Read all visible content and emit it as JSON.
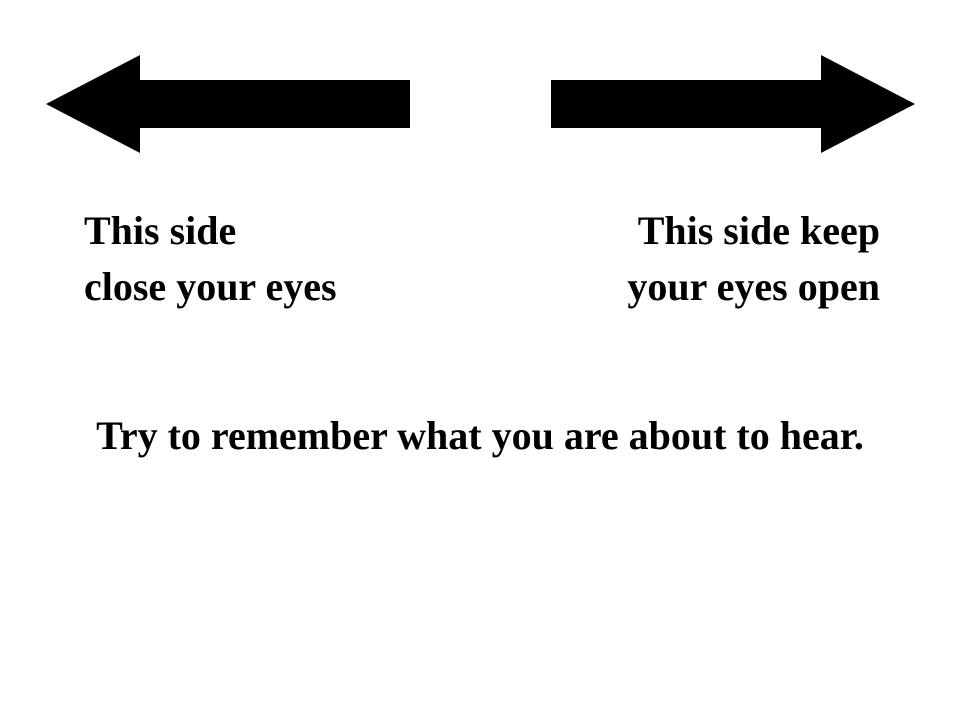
{
  "slide": {
    "left": {
      "icon": "arrow-left-icon",
      "line1": "This side",
      "line2": "close your eyes"
    },
    "right": {
      "icon": "arrow-right-icon",
      "line1": "This side keep",
      "line2": "your eyes open"
    },
    "instruction": "Try to remember what you are about to hear."
  },
  "colors": {
    "background": "#ffffff",
    "text": "#000000",
    "arrow": "#000000"
  }
}
